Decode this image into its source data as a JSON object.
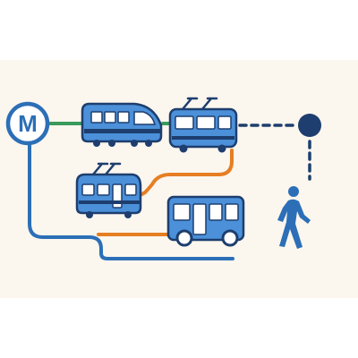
{
  "metro_sign": {
    "letter": "M",
    "icon": "metro-logo-icon"
  },
  "vehicles": [
    {
      "name": "train",
      "icon": "train-icon"
    },
    {
      "name": "trolleybus",
      "icon": "trolleybus-icon"
    },
    {
      "name": "tram",
      "icon": "tram-icon"
    },
    {
      "name": "bus",
      "icon": "bus-icon"
    }
  ],
  "destination": {
    "icon": "location-dot-icon"
  },
  "walker": {
    "icon": "pedestrian-icon"
  },
  "colors": {
    "background": "#fbf6ee",
    "primary_blue": "#2c6fb7",
    "light_blue": "#4b90d9",
    "dark_navy": "#1d3e6e",
    "route_green": "#3a9a5b",
    "route_orange": "#e67e22"
  }
}
